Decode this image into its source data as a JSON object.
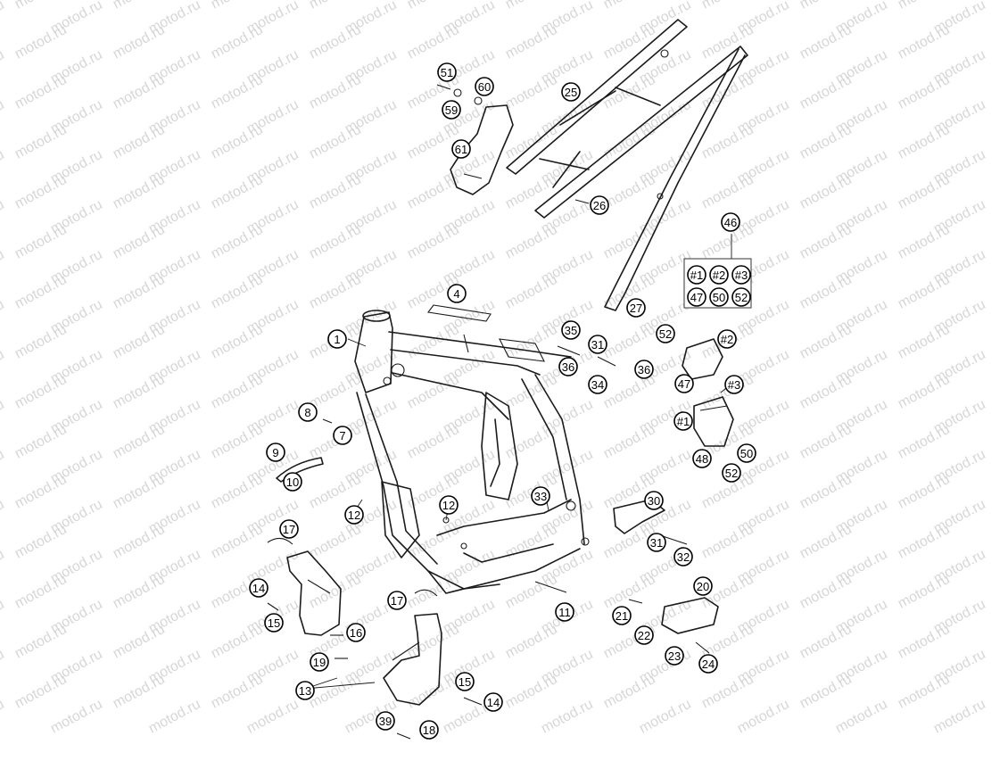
{
  "watermark": {
    "text": "motod.ru",
    "color": "#d7d7d7"
  },
  "callouts": {
    "c1": "1",
    "c4": "4",
    "c7": "7",
    "c8": "8",
    "c9": "9",
    "c10": "10",
    "c11": "11",
    "c12a": "12",
    "c12b": "12",
    "c13": "13",
    "c14a": "14",
    "c14b": "14",
    "c15a": "15",
    "c15b": "15",
    "c16": "16",
    "c17a": "17",
    "c17b": "17",
    "c18": "18",
    "c19": "19",
    "c20": "20",
    "c21": "21",
    "c22": "22",
    "c23": "23",
    "c24": "24",
    "c25": "25",
    "c26": "26",
    "c27": "27",
    "c30": "30",
    "c31a": "31",
    "c31b": "31",
    "c32": "32",
    "c33": "33",
    "c34": "34",
    "c35": "35",
    "c36a": "36",
    "c36b": "36",
    "c39": "39",
    "c46": "46",
    "c47a": "47",
    "c47b": "47",
    "c48": "48",
    "c50a": "50",
    "c50b": "50",
    "c51": "51",
    "c52a": "52",
    "c52b": "52",
    "c52c": "52",
    "c59": "59",
    "c60": "60",
    "c61": "61",
    "h1a": "#1",
    "h1b": "#1",
    "h2a": "#2",
    "h2b": "#2",
    "h3a": "#3",
    "h3b": "#3"
  }
}
